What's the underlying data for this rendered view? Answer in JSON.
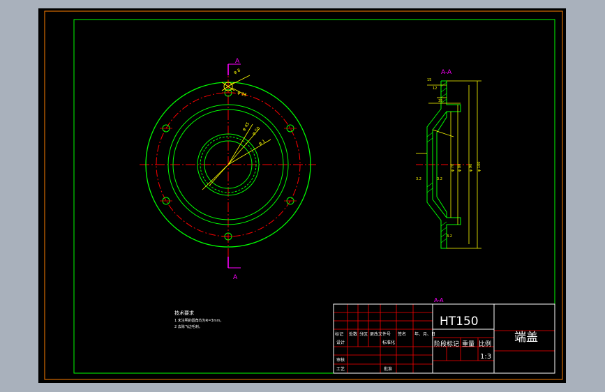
{
  "colors": {
    "background": "#000000",
    "window": "#a9b1bc",
    "outer_frame": "#ff8000",
    "border": "#00ff00",
    "geometry": "#00ff00",
    "center_lines": "#ff0000",
    "dimensions": "#ffff00",
    "section_marks": "#ff00ff",
    "title_text": "#ffffff"
  },
  "section_marks": {
    "top": "A",
    "bottom": "A",
    "section_view_title": "A-A",
    "title_block_label": "A-A"
  },
  "dimension_labels": {
    "front": [
      "φ 8",
      "φ 15",
      "φ 45",
      "φ 50",
      "φ 1"
    ],
    "section": [
      "15",
      "12",
      "35",
      "3.2",
      "3.2",
      "3.2",
      "φ 70",
      "φ 80",
      "φ 90",
      "φ 100"
    ]
  },
  "notes": {
    "title": "技术要求",
    "lines": [
      "1 未注明的圆角均为R=3mm。",
      "2 去除飞边毛刺。"
    ]
  },
  "title_block": {
    "material": "HT150",
    "part_name": "端盖",
    "header_row": [
      "标记",
      "处数",
      "分区",
      "更改文件号",
      "签名",
      "年、月、日"
    ],
    "labels": {
      "design": "设计",
      "standardization": "标准化",
      "stage_mark": "阶段标记",
      "weight": "重量",
      "scale": "比例",
      "review": "审核",
      "process": "工艺",
      "approve": "批准"
    },
    "scale_value": "1:3"
  }
}
